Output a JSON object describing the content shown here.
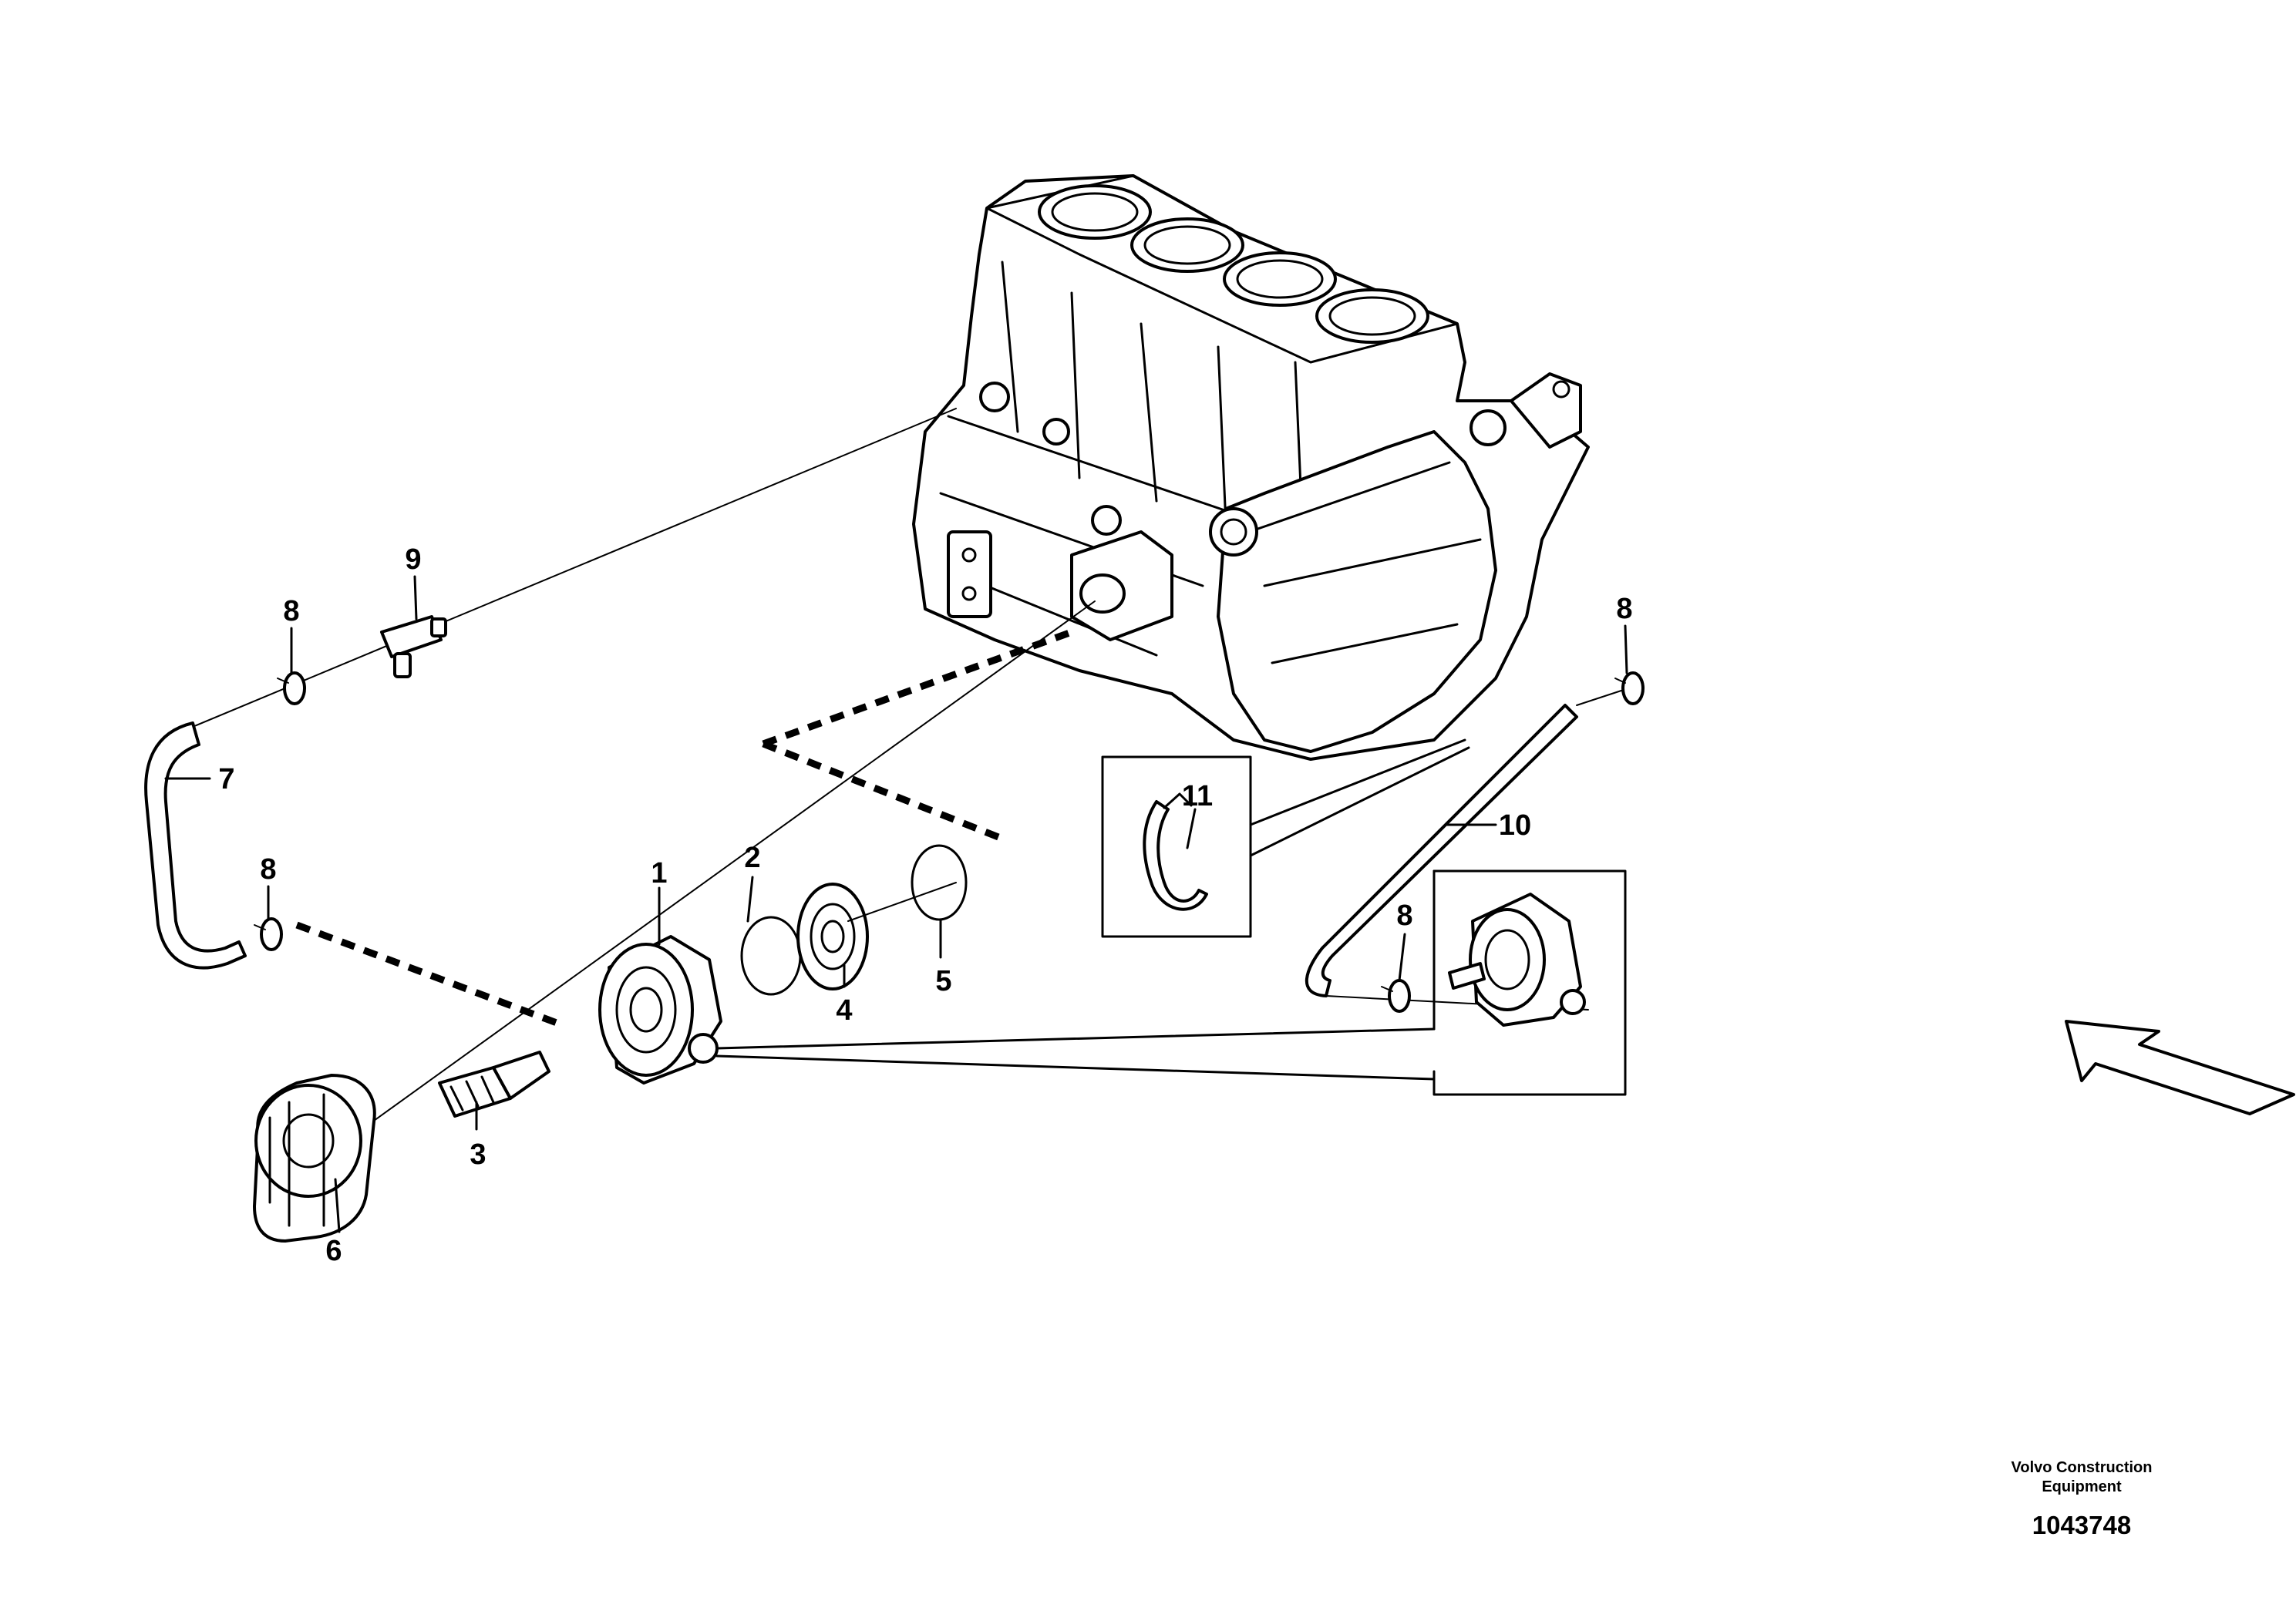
{
  "callouts": [
    {
      "id": "1",
      "text": "1"
    },
    {
      "id": "2",
      "text": "2"
    },
    {
      "id": "3",
      "text": "3"
    },
    {
      "id": "4",
      "text": "4"
    },
    {
      "id": "5",
      "text": "5"
    },
    {
      "id": "6",
      "text": "6"
    },
    {
      "id": "7",
      "text": "7"
    },
    {
      "id": "8a",
      "text": "8"
    },
    {
      "id": "8b",
      "text": "8"
    },
    {
      "id": "8c",
      "text": "8"
    },
    {
      "id": "8d",
      "text": "8"
    },
    {
      "id": "9",
      "text": "9"
    },
    {
      "id": "10",
      "text": "10"
    },
    {
      "id": "11",
      "text": "11"
    }
  ],
  "footer": {
    "company_line1": "Volvo Construction",
    "company_line2": "Equipment",
    "drawing_number": "1043748"
  }
}
